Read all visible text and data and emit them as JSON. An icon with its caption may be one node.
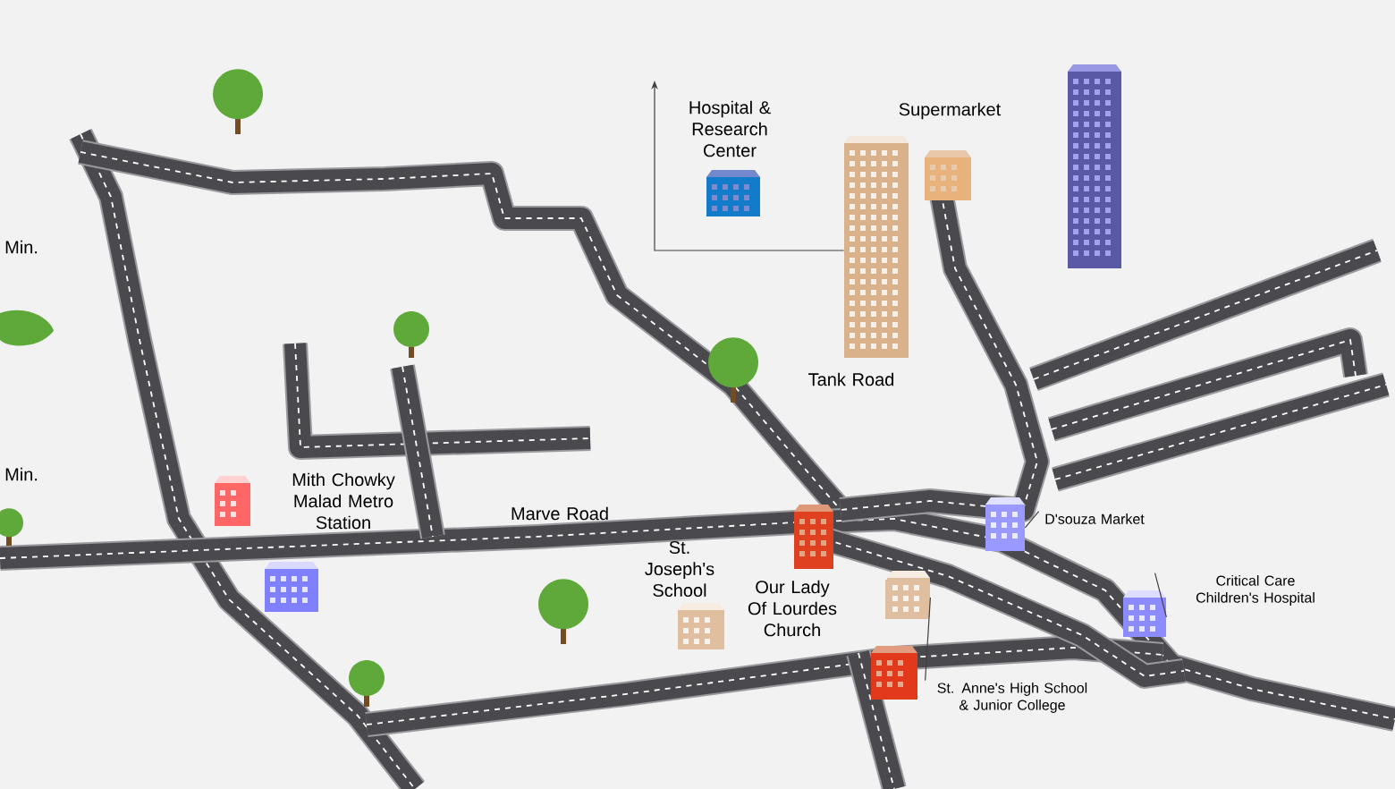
{
  "diagram": {
    "nodes": [
      {
        "text": [
          "D'souza Market"
        ]
      },
      {
        "text": [],
        "shape": "picture"
      },
      {
        "text": [
          "Critical Care Children's Hospital"
        ]
      },
      {
        "text": [],
        "shape": "picture"
      },
      {
        "text": [
          "St. Anne's High School & Junior College"
        ]
      },
      {
        "text": [],
        "shape": "picture"
      },
      {
        "text": [],
        "shape": "picture"
      }
    ],
    "edges": [
      {
        "from": 0,
        "to": 1,
        "arrow": "none"
      },
      {
        "from": 2,
        "to": 3,
        "arrow": "none"
      },
      {
        "from": 4,
        "to": 5,
        "arrow": "none"
      },
      {
        "from": 6,
        "to": null,
        "arrow": "to"
      }
    ],
    "labels": [
      "Min.",
      "Min.",
      "Hospital & Research Center",
      "Supermarket",
      "Tank Road",
      "Mith Chowky Malad Metro Station",
      "Marve Road",
      "St. Joseph's School",
      "Our Lady Of Lourdes Church"
    ]
  }
}
